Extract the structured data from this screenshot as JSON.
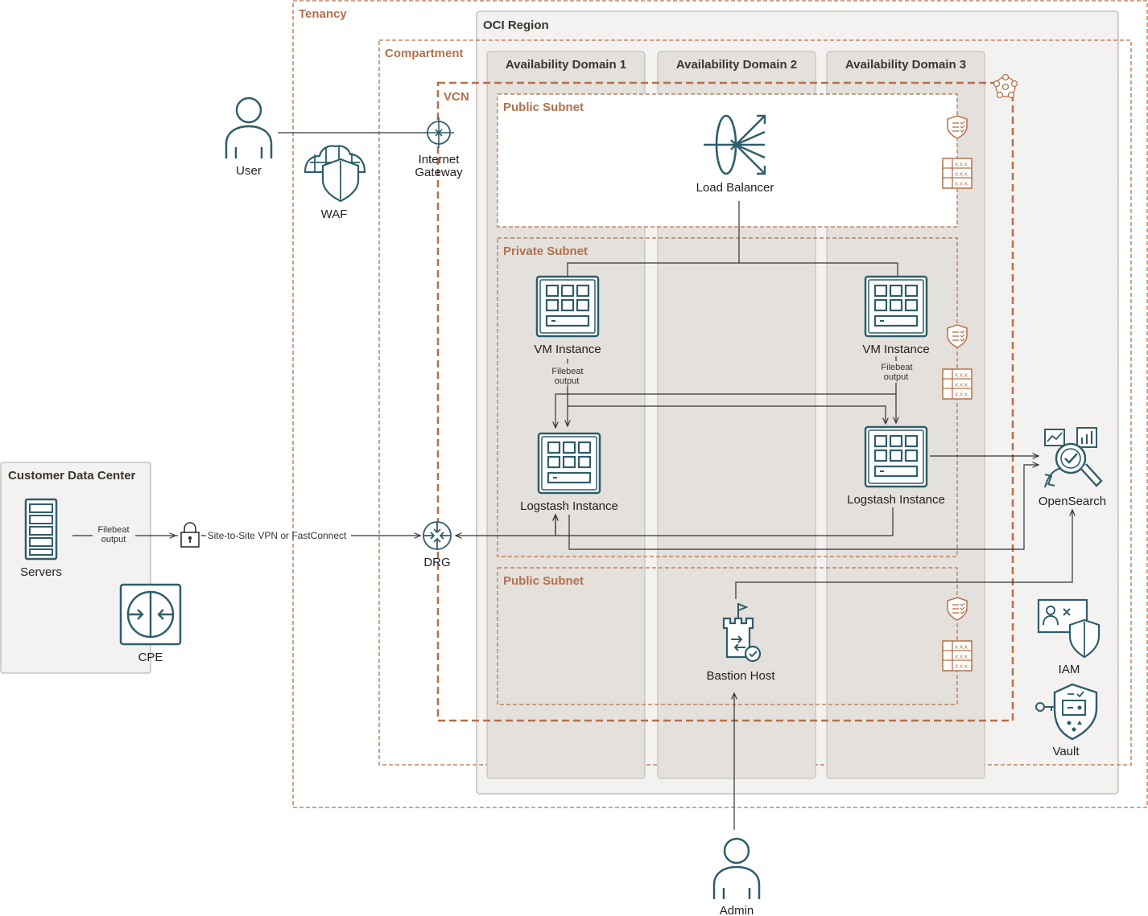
{
  "containers": {
    "tenancy": "Tenancy",
    "oci_region": "OCI Region",
    "compartment": "Compartment",
    "vcn": "VCN",
    "ad1": "Availability Domain 1",
    "ad2": "Availability Domain 2",
    "ad3": "Availability Domain 3",
    "public_subnet_top": "Public Subnet",
    "private_subnet": "Private Subnet",
    "public_subnet_bottom": "Public Subnet",
    "customer_dc": "Customer Data Center"
  },
  "nodes": {
    "user": "User",
    "waf": "WAF",
    "internet_gateway_line1": "Internet",
    "internet_gateway_line2": "Gateway",
    "load_balancer": "Load Balancer",
    "vm1": "VM Instance",
    "vm2": "VM Instance",
    "logstash1": "Logstash Instance",
    "logstash2": "Logstash Instance",
    "opensearch": "OpenSearch",
    "drg": "DRG",
    "bastion": "Bastion Host",
    "admin": "Admin",
    "iam": "IAM",
    "vault": "Vault",
    "servers": "Servers",
    "cpe": "CPE"
  },
  "edge_labels": {
    "filebeat_line1": "Filebeat",
    "filebeat_line2": "output",
    "vpn": "Site-to-Site VPN or FastConnect"
  },
  "icons": {
    "security_list": "security-list-icon",
    "route_table": "route-table-icon",
    "route_table_text": "x.x.x."
  },
  "colors": {
    "accent": "#b4704a",
    "icon": "#2f5d6a",
    "ad_fill": "#e4e0db",
    "region_fill": "#f3f2f0"
  }
}
